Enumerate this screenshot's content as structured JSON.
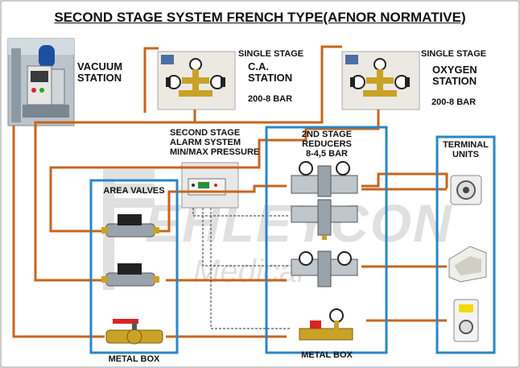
{
  "title": "SECOND STAGE SYSTEM FRENCH TYPE(AFNOR NORMATIVE)",
  "labels": {
    "vacuum_station": [
      "VACUUM",
      "STATION"
    ],
    "ca_station": {
      "line1": "SINGLE STAGE",
      "line2": "C.A.",
      "line3": "STATION",
      "pressure": "200-8 BAR"
    },
    "oxygen_station": {
      "line1": "SINGLE STAGE",
      "line2": "OXYGEN",
      "line3": "STATION",
      "pressure": "200-8 BAR"
    },
    "alarm_system": [
      "SECOND STAGE",
      "ALARM SYSTEM",
      "MIN/MAX PRESSURE"
    ],
    "reducers": [
      "2ND STAGE",
      "REDUCERS",
      "8-4,5 BAR"
    ],
    "terminal_units": [
      "TERMINAL",
      "UNITS"
    ],
    "area_valves": "AREA VALVES",
    "metal_box_left": "METAL BOX",
    "metal_box_right": "METAL BOX"
  },
  "watermark": {
    "main": "EHLEYCON",
    "sub": "Medical"
  },
  "colors": {
    "pipe": "#c8651b",
    "box": "#2a86c4",
    "brass": "#c9a227",
    "steel": "#9aa3ab"
  }
}
